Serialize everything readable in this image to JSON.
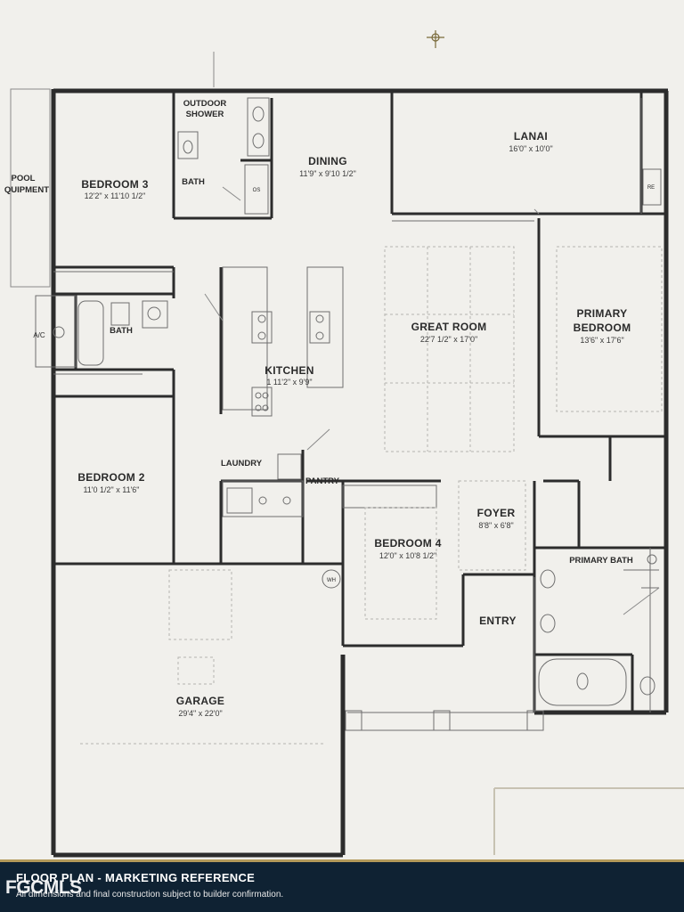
{
  "plan": {
    "rooms": [
      {
        "name": "BEDROOM 3",
        "dim": "12'2\" x 11'10 1/2\""
      },
      {
        "name": "DINING",
        "dim": "11'9\" x 9'10 1/2\""
      },
      {
        "name": "LANAI",
        "dim": "16'0\" x 10'0\""
      },
      {
        "name": "GREAT ROOM",
        "dim": "22'7 1/2\" x 17'0\""
      },
      {
        "name": "PRIMARY",
        "name2": "BEDROOM",
        "dim": "13'6\" x 17'6\""
      },
      {
        "name": "KITCHEN",
        "dim": "1 11'2\" x 9'9\""
      },
      {
        "name": "BEDROOM 2",
        "dim": "11'0 1/2\" x 11'6\""
      },
      {
        "name": "BEDROOM 4",
        "dim": "12'0\" x 10'8 1/2\""
      },
      {
        "name": "FOYER",
        "dim": "8'8\" x 6'8\""
      },
      {
        "name": "GARAGE",
        "dim": "29'4\" x 22'0\""
      }
    ],
    "labels": {
      "outdoor_shower_1": "OUTDOOR",
      "outdoor_shower_2": "SHOWER",
      "bath_upper": "BATH",
      "bath_mid": "BATH",
      "pool_equipment_1": "POOL",
      "pool_equipment_2": "QUIPMENT",
      "ac": "A/C",
      "laundry": "LAUNDRY",
      "pantry": "PANTRY",
      "primary_bath": "PRIMARY BATH",
      "entry": "ENTRY",
      "wh": "WH",
      "ref": "RE",
      "os": "OS"
    }
  },
  "footer": {
    "title": "FLOOR PLAN - MARKETING REFERENCE",
    "note": "All dimensions and final construction subject to builder confirmation.",
    "watermark": "FGCMLS"
  },
  "colors": {
    "wall": "#2c2c2c",
    "fixture": "#6e6e6e",
    "paper": "#f1f0ec",
    "footer_bg": "#0f2233",
    "footer_rule": "#b39a5a"
  }
}
